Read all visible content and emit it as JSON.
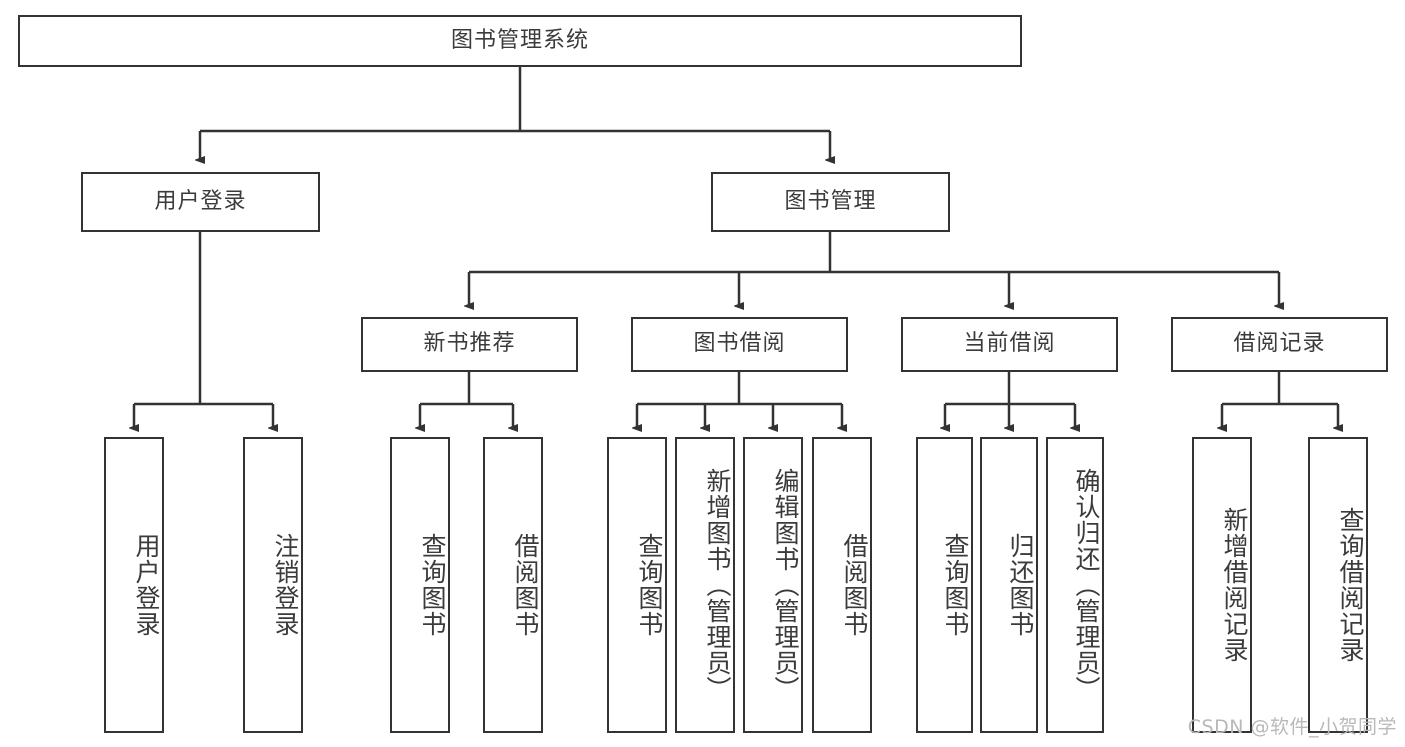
{
  "diagram": {
    "title": "图书管理系统",
    "watermark": "CSDN @软件_小贺同学",
    "line_color": "#333333",
    "text_color": "#3b3b3b",
    "background": "#ffffff",
    "nodes": {
      "root": "图书管理系统",
      "user_login": "用户登录",
      "book_manage": "图书管理",
      "new_book_rec": "新书推荐",
      "book_borrow": "图书借阅",
      "current_borrow": "当前借阅",
      "borrow_record": "借阅记录",
      "leaf_user_login": "用户登录",
      "leaf_logout_login": "注销登录",
      "leaf_query_book_1": "查询图书",
      "leaf_borrow_book_1": "借阅图书",
      "leaf_query_book_2": "查询图书",
      "leaf_add_book_admin": "新增图书（管理员）",
      "leaf_edit_book_admin": "编辑图书（管理员）",
      "leaf_borrow_book_2": "借阅图书",
      "leaf_query_book_3": "查询图书",
      "leaf_return_book": "归还图书",
      "leaf_confirm_return_admin": "确认归还（管理员）",
      "leaf_add_record": "新增借阅记录",
      "leaf_query_record": "查询借阅记录"
    }
  }
}
